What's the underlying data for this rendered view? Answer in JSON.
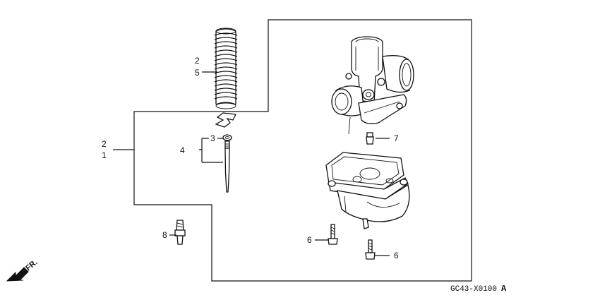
{
  "callouts": {
    "spring_top": "2",
    "spring_bottom": "5",
    "clip": "3",
    "needle": "4",
    "kit_top": "2",
    "kit_bottom": "1",
    "jet": "7",
    "screw_left": "6",
    "screw_right": "6",
    "pilot_screw": "8"
  },
  "fr_label": "FR.",
  "diagram_code": "GC43-X0100",
  "diagram_suffix": "A",
  "icons": {
    "direction": "arrow-front-icon"
  }
}
